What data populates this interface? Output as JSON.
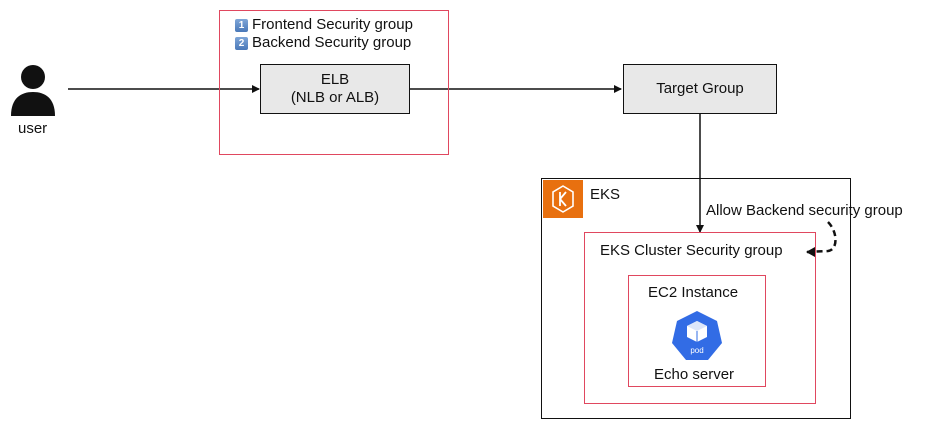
{
  "user": {
    "label": "user"
  },
  "security_groups": [
    {
      "number": "1",
      "label": "Frontend Security group"
    },
    {
      "number": "2",
      "label": "Backend Security group"
    }
  ],
  "elb": {
    "line1": "ELB",
    "line2": "(NLB or ALB)"
  },
  "target_group": {
    "label": "Target Group"
  },
  "eks": {
    "label": "EKS",
    "icon_name": "eks-icon",
    "cluster_sg_label": "EKS Cluster Security group",
    "allow_label": "Allow Backend security group",
    "ec2": {
      "label": "EC2 Instance",
      "pod_icon_text": "pod",
      "pod_label": "Echo server"
    }
  },
  "colors": {
    "security_group_border": "#e0475f",
    "eks_orange": "#e8700f",
    "pod_blue": "#326ce5"
  }
}
